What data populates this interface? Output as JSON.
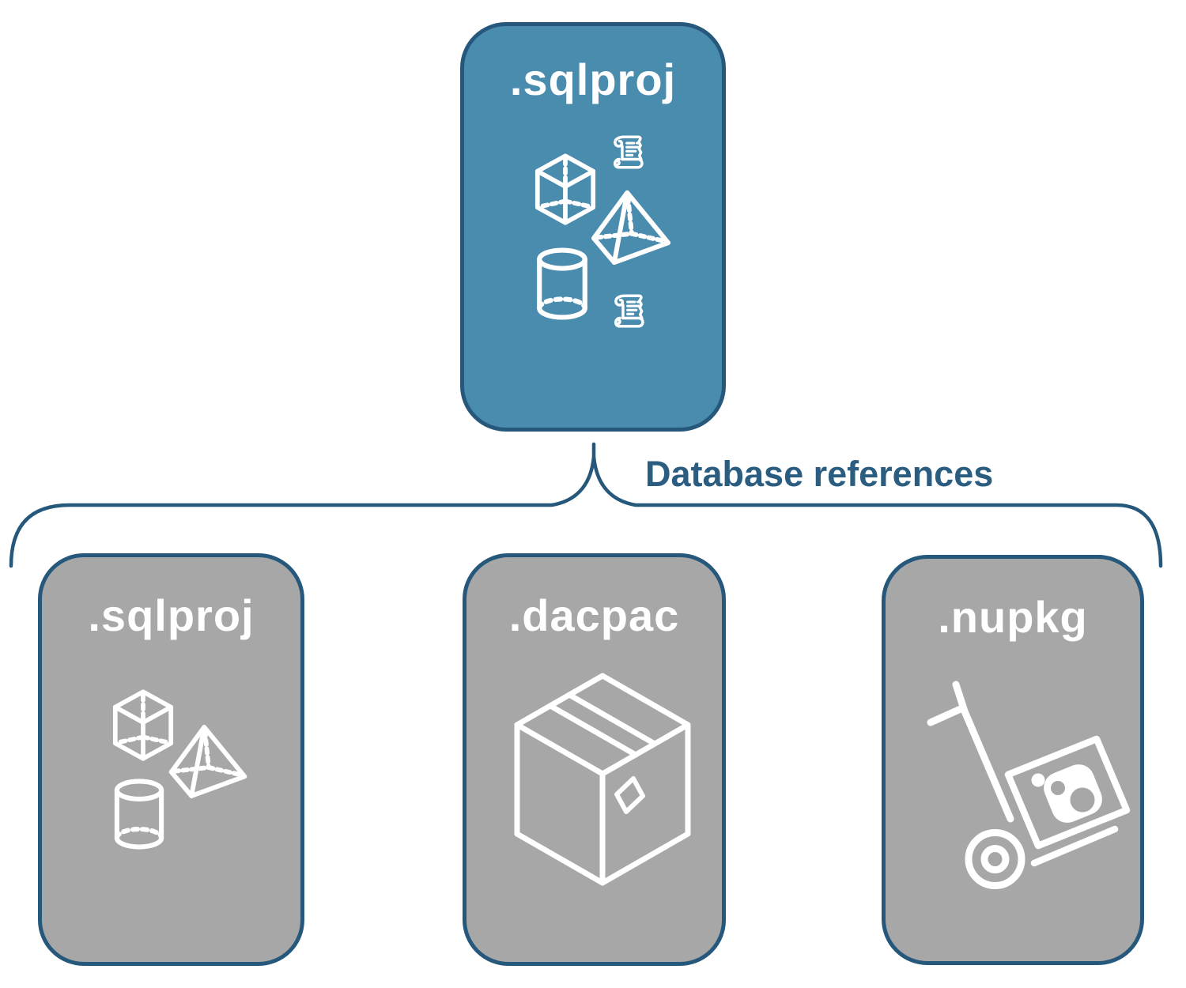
{
  "colors": {
    "background": "#ffffff",
    "accent_blue": "#4a8cad",
    "card_gray": "#a7a7a7",
    "line_navy": "#26587c",
    "icon_white": "#ffffff",
    "label_navy": "#2b5d80"
  },
  "root_node": {
    "label": ".sqlproj",
    "icons": [
      "scroll-icon",
      "cube-icon",
      "pyramid-icon",
      "cylinder-icon",
      "scroll-icon"
    ]
  },
  "connector": {
    "label": "Database references"
  },
  "reference_nodes": [
    {
      "label": ".sqlproj",
      "icons": [
        "cube-icon",
        "pyramid-icon",
        "cylinder-icon"
      ]
    },
    {
      "label": ".dacpac",
      "icons": [
        "package-box-icon"
      ]
    },
    {
      "label": ".nupkg",
      "icons": [
        "nuget-hand-truck-icon"
      ]
    }
  ]
}
